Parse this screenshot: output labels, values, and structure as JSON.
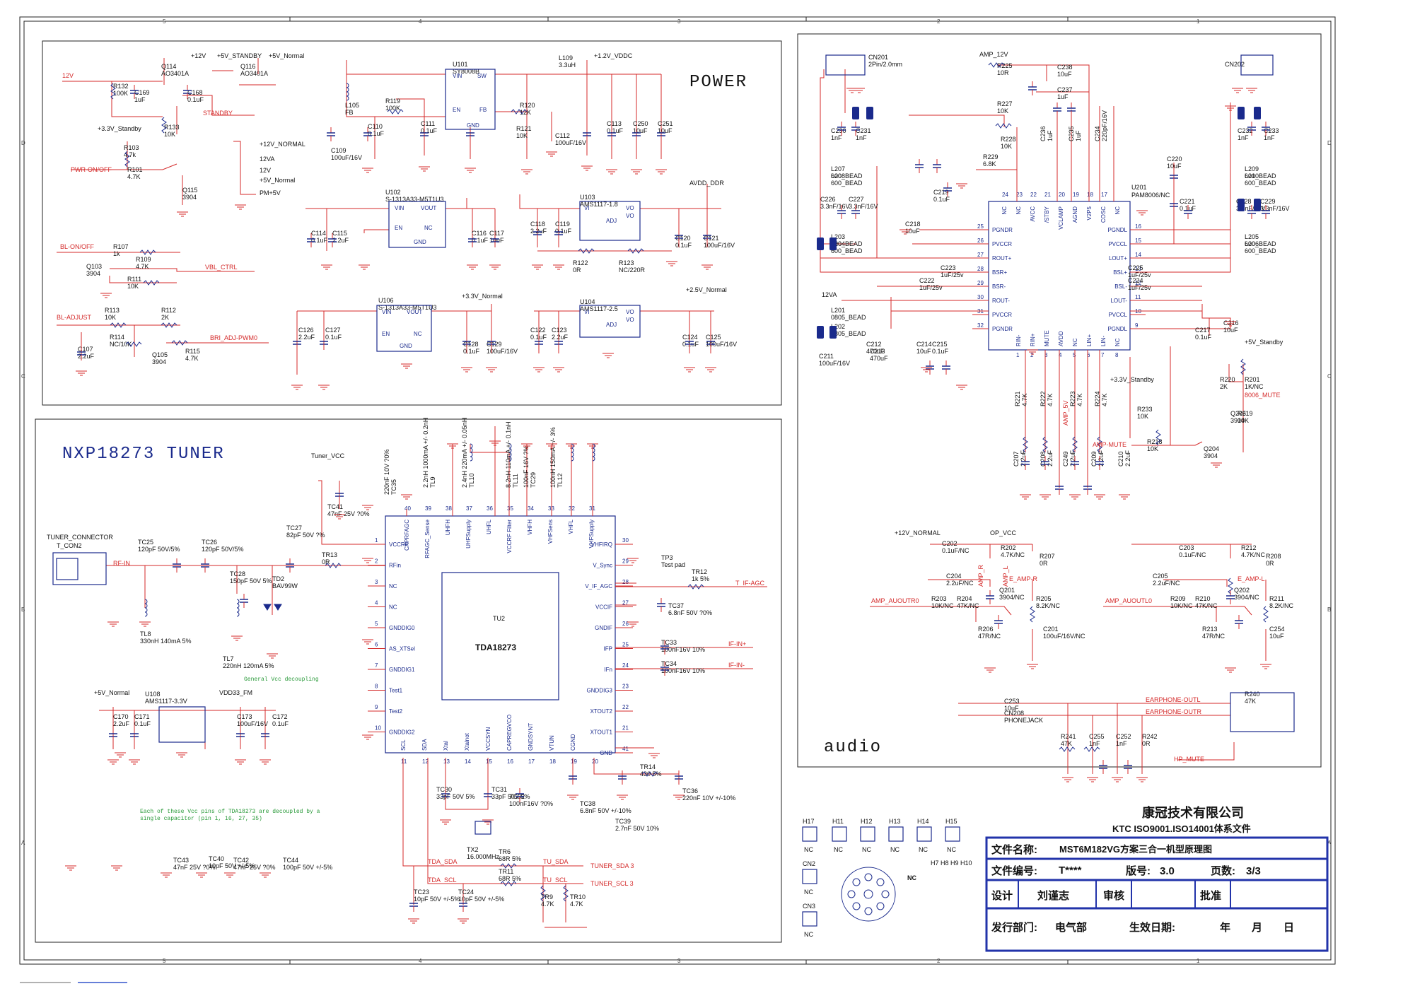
{
  "grid": {
    "top": [
      "5",
      "4",
      "3",
      "2",
      "1"
    ],
    "bottom": [
      "5",
      "4",
      "3",
      "2",
      "1"
    ],
    "left": [
      "D",
      "C",
      "B",
      "A"
    ],
    "right": [
      "D",
      "C",
      "B",
      "A"
    ]
  },
  "power": {
    "title": "POWER",
    "nets": [
      "12V",
      "+12V",
      "+5V_STANDBY",
      "+5V_Normal",
      "+3.3V_Standby",
      "+1.2V_VDDC",
      "AVDD_DDR",
      "+2.5V_Normal",
      "+3.3V_Normal",
      "STANDBY",
      "PWR-ON/OFF",
      "BL-ON/OFF",
      "VBL_CTRL",
      "BL-ADJUST",
      "BRI_ADJ-PWM0",
      "+12V_NORMAL",
      "12VA",
      "+5V_Normal",
      "12V",
      "PM+5V"
    ],
    "parts": [
      {
        "ref": "Q114",
        "val": "AO3401A"
      },
      {
        "ref": "Q116",
        "val": "AO3401A"
      },
      {
        "ref": "R132",
        "val": "100K"
      },
      {
        "ref": "C169",
        "val": "1uF"
      },
      {
        "ref": "C168",
        "val": "0.1uF"
      },
      {
        "ref": "R133",
        "val": "10K"
      },
      {
        "ref": "R103",
        "val": "4.7k"
      },
      {
        "ref": "R101",
        "val": "4.7K"
      },
      {
        "ref": "Q115",
        "val": "3904"
      },
      {
        "ref": "U101",
        "val": "SY8008B"
      },
      {
        "ref": "L109",
        "val": "3.3uH"
      },
      {
        "ref": "L105",
        "val": "FB"
      },
      {
        "ref": "R119",
        "val": "100K"
      },
      {
        "ref": "C109",
        "val": "100uF/16V"
      },
      {
        "ref": "C110",
        "val": "0.1uF"
      },
      {
        "ref": "C111",
        "val": "0.1uF"
      },
      {
        "ref": "R120",
        "val": "12K"
      },
      {
        "ref": "R121",
        "val": "10K"
      },
      {
        "ref": "C112",
        "val": "100uF/16V"
      },
      {
        "ref": "C113",
        "val": "0.1uF"
      },
      {
        "ref": "C250",
        "val": "10uF"
      },
      {
        "ref": "C251",
        "val": "10uF"
      },
      {
        "ref": "U102",
        "val": "S-1313A33-M5T1U3"
      },
      {
        "ref": "C114",
        "val": "0.1uF"
      },
      {
        "ref": "C115",
        "val": "2.2uF"
      },
      {
        "ref": "C116",
        "val": "0.1uF"
      },
      {
        "ref": "C117",
        "val": "10uF"
      },
      {
        "ref": "U103",
        "val": "AMS1117-1.8"
      },
      {
        "ref": "C118",
        "val": "2.2uF"
      },
      {
        "ref": "C119",
        "val": "0.1uF"
      },
      {
        "ref": "R122",
        "val": "0R"
      },
      {
        "ref": "R123",
        "val": "NC/220R"
      },
      {
        "ref": "C120",
        "val": "0.1uF"
      },
      {
        "ref": "C121",
        "val": "100uF/16V"
      },
      {
        "ref": "R107",
        "val": "1k"
      },
      {
        "ref": "R109",
        "val": "4.7K"
      },
      {
        "ref": "R111",
        "val": "10K"
      },
      {
        "ref": "Q103",
        "val": "3904"
      },
      {
        "ref": "R113",
        "val": "10K"
      },
      {
        "ref": "R112",
        "val": "2K"
      },
      {
        "ref": "R114",
        "val": "NC/10K"
      },
      {
        "ref": "R115",
        "val": "4.7K"
      },
      {
        "ref": "Q105",
        "val": "3904"
      },
      {
        "ref": "C107",
        "val": "2.2uF"
      },
      {
        "ref": "U106",
        "val": "S-1313A33-M5T1U3"
      },
      {
        "ref": "C126",
        "val": "2.2uF"
      },
      {
        "ref": "C127",
        "val": "0.1uF"
      },
      {
        "ref": "C128",
        "val": "0.1uF"
      },
      {
        "ref": "C129",
        "val": "100uF/16V"
      },
      {
        "ref": "U104",
        "val": "AMS1117-2.5"
      },
      {
        "ref": "C122",
        "val": "0.1uF"
      },
      {
        "ref": "C123",
        "val": "2.2uF"
      },
      {
        "ref": "C124",
        "val": "0.1uF"
      },
      {
        "ref": "C125",
        "val": "100uF/16V"
      }
    ],
    "u101_pins": [
      "VIN",
      "SW",
      "EN",
      "FB",
      "GND"
    ],
    "ldo_pins": [
      "VIN",
      "VOUT",
      "EN",
      "NC",
      "GND"
    ],
    "ams_pins": [
      "VI",
      "VO",
      "VO",
      "ADJ"
    ]
  },
  "tuner": {
    "title": "NXP18273 TUNER",
    "ic_ref": "TU2",
    "ic_name": "TDA18273",
    "connector": "TUNER_CONNECTOR",
    "connector_ref": "T_CON2",
    "nets": [
      "Tuner_VCC",
      "RF-IN",
      "T_IF-AGC",
      "IF-IN+",
      "IF-IN-",
      "TDA_SDA",
      "TDA_SCL",
      "TU_SDA",
      "TU_SCL",
      "TUNER_SDA  3",
      "TUNER_SCL  3",
      "+5V_Normal",
      "VDD33_FM"
    ],
    "left_pins": [
      {
        "n": "1",
        "name": "VCCRF"
      },
      {
        "n": "2",
        "name": "RFin"
      },
      {
        "n": "3",
        "name": "NC"
      },
      {
        "n": "4",
        "name": "NC"
      },
      {
        "n": "5",
        "name": "GNDDIG0"
      },
      {
        "n": "6",
        "name": "AS_XTSel"
      },
      {
        "n": "7",
        "name": "GNDDIG1"
      },
      {
        "n": "8",
        "name": "Test1"
      },
      {
        "n": "9",
        "name": "Test2"
      },
      {
        "n": "10",
        "name": "GNDDIG2"
      }
    ],
    "right_pins": [
      {
        "n": "30",
        "name": "VHFIRQ"
      },
      {
        "n": "29",
        "name": "V_Sync"
      },
      {
        "n": "28",
        "name": "V_IF_AGC"
      },
      {
        "n": "27",
        "name": "VCCIF"
      },
      {
        "n": "26",
        "name": "GNDIF"
      },
      {
        "n": "25",
        "name": "IFP"
      },
      {
        "n": "24",
        "name": "IFn"
      },
      {
        "n": "23",
        "name": "GNDDIG3"
      },
      {
        "n": "22",
        "name": "XTOUT2"
      },
      {
        "n": "21",
        "name": "XTOUT1"
      },
      {
        "n": "41",
        "name": "GND"
      }
    ],
    "top_pins": [
      {
        "n": "40",
        "name": "CAPRFAGC"
      },
      {
        "n": "39",
        "name": "RFAGC_Sense"
      },
      {
        "n": "38",
        "name": "UHFH"
      },
      {
        "n": "37",
        "name": "UHFSupply"
      },
      {
        "n": "36",
        "name": "UHFL"
      },
      {
        "n": "35",
        "name": "VCCRF Filter"
      },
      {
        "n": "34",
        "name": "VHFH"
      },
      {
        "n": "33",
        "name": "VHFSens"
      },
      {
        "n": "32",
        "name": "VHFL"
      },
      {
        "n": "31",
        "name": "VHFSupply"
      }
    ],
    "bottom_pins": [
      {
        "n": "11",
        "name": "SCL"
      },
      {
        "n": "12",
        "name": "SDA"
      },
      {
        "n": "13",
        "name": "Xtal"
      },
      {
        "n": "14",
        "name": "Xtalnot"
      },
      {
        "n": "15",
        "name": "VCCSYN"
      },
      {
        "n": "16",
        "name": "CAPREGVCO"
      },
      {
        "n": "17",
        "name": "GNDSYNT"
      },
      {
        "n": "18",
        "name": "VTUN"
      },
      {
        "n": "19",
        "name": "CGND"
      },
      {
        "n": "20",
        "name": ""
      }
    ],
    "parts": [
      {
        "ref": "TC25",
        "val": "120pF 50V/5%"
      },
      {
        "ref": "TC26",
        "val": "120pF 50V/5%"
      },
      {
        "ref": "TC27",
        "val": "82pF 50V ?%"
      },
      {
        "ref": "TR13",
        "val": "0R"
      },
      {
        "ref": "TL8",
        "val": "330nH 140mA 5%"
      },
      {
        "ref": "TC28",
        "val": "150pF 50V 5%"
      },
      {
        "ref": "TL7",
        "val": "220nH 120mA 5%"
      },
      {
        "ref": "TD2",
        "val": "BAV99W"
      },
      {
        "ref": "TC41",
        "val": "47nF 25V ?0%"
      },
      {
        "ref": "TC35",
        "val": "220nF 10V ?0%"
      },
      {
        "ref": "TL9",
        "val": "2.2nH 1000mA +/- 0.2nH"
      },
      {
        "ref": "TL10",
        "val": "2.4nH 220mA +/- 0.05nH"
      },
      {
        "ref": "TL11",
        "val": "8.2nH 110mA +/- 0.1nH"
      },
      {
        "ref": "TC29",
        "val": "100nF 16V ?%"
      },
      {
        "ref": "TL12",
        "val": "100nH 150mA +/- 3%"
      },
      {
        "ref": "TR12",
        "val": "1k 5%"
      },
      {
        "ref": "TC37",
        "val": "6.8nF 50V ?0%"
      },
      {
        "ref": "TP3",
        "val": "Test pad"
      },
      {
        "ref": "TC33",
        "val": "100nF16V 10%"
      },
      {
        "ref": "TC34",
        "val": "100nF16V 10%"
      },
      {
        "ref": "TC30",
        "val": "33pF 50V 5%"
      },
      {
        "ref": "TC31",
        "val": "33pF 50V 5%"
      },
      {
        "ref": "TC32",
        "val": "100nF16V ?0%"
      },
      {
        "ref": "TC38",
        "val": "6.8nF 50V +/-10%"
      },
      {
        "ref": "TR14",
        "val": "430 5%"
      },
      {
        "ref": "TC39",
        "val": "2.7nF 50V 10%"
      },
      {
        "ref": "TC36",
        "val": "220nF 10V +/-10%"
      },
      {
        "ref": "TX2",
        "val": "16.000MHz"
      },
      {
        "ref": "TR6",
        "val": "68R 5%"
      },
      {
        "ref": "TR11",
        "val": "68R 5%"
      },
      {
        "ref": "TR9",
        "val": "4.7K"
      },
      {
        "ref": "TR10",
        "val": "4.7K"
      },
      {
        "ref": "TC23",
        "val": "10pF 50V +/-5%"
      },
      {
        "ref": "TC24",
        "val": "10pF 50V +/-5%"
      },
      {
        "ref": "U108",
        "val": "AMS1117-3.3V"
      },
      {
        "ref": "C170",
        "val": "2.2uF"
      },
      {
        "ref": "C171",
        "val": "0.1uF"
      },
      {
        "ref": "C173",
        "val": "100uF/16V"
      },
      {
        "ref": "C172",
        "val": "0.1uF"
      },
      {
        "ref": "TC43",
        "val": "47nF 25V ?0%"
      },
      {
        "ref": "TC40",
        "val": "10pF 50V +/-5%"
      },
      {
        "ref": "TC42",
        "val": "47nF 25V ?0%"
      },
      {
        "ref": "TC44",
        "val": "100pF 50V +/-5%"
      }
    ],
    "note1": "General Vcc decoupling",
    "note2a": "Each of these Vcc pins of TDA18273 are decoupled by a",
    "note2b": "single capacitor (pin 1, 16, 27, 35)"
  },
  "audio": {
    "title": "audio",
    "ic_ref": "U201",
    "ic_name": "PAM8006/NC",
    "nets": [
      "AMP_12V",
      "+3.3V_Standby",
      "+12V_NORMAL",
      "OP_VCC",
      "AMP-MUTE",
      "8006_MUTE",
      "AMP_5V",
      "AMP_L",
      "AMP_R",
      "E_AMP-R",
      "E_AMP-L",
      "AMP_AUOUTR0",
      "AMP_AUOUTL0",
      "HP_MUTE",
      "EARPHONE-OUTL",
      "EARPHONE-OUTR",
      "12VA",
      "+5V_Standby"
    ],
    "left_pins": [
      {
        "n": "25",
        "name": "PGNDR"
      },
      {
        "n": "26",
        "name": "PVCCR"
      },
      {
        "n": "27",
        "name": "ROUT+"
      },
      {
        "n": "28",
        "name": "BSR+"
      },
      {
        "n": "29",
        "name": "BSR-"
      },
      {
        "n": "30",
        "name": "ROUT-"
      },
      {
        "n": "31",
        "name": "PVCCR"
      },
      {
        "n": "32",
        "name": "PGNDR"
      }
    ],
    "right_pins": [
      {
        "n": "16",
        "name": "PGNDL"
      },
      {
        "n": "15",
        "name": "PVCCL"
      },
      {
        "n": "14",
        "name": "LOUT+"
      },
      {
        "n": "13",
        "name": "BSL+"
      },
      {
        "n": "12",
        "name": "BSL-"
      },
      {
        "n": "11",
        "name": "LOUT-"
      },
      {
        "n": "10",
        "name": "PVCCL"
      },
      {
        "n": "9",
        "name": "PGNDL"
      }
    ],
    "top_pins": [
      {
        "n": "24",
        "name": "NC"
      },
      {
        "n": "23",
        "name": "NC"
      },
      {
        "n": "22",
        "name": "AVCC"
      },
      {
        "n": "21",
        "name": "/STBY"
      },
      {
        "n": "20",
        "name": "VCLAMP"
      },
      {
        "n": "19",
        "name": "AGND"
      },
      {
        "n": "18",
        "name": "V2P5"
      },
      {
        "n": "17",
        "name": "COSC"
      },
      {
        "n": "",
        "name": "NC"
      }
    ],
    "bottom_pins": [
      {
        "n": "1",
        "name": "RIN-"
      },
      {
        "n": "2",
        "name": "RIN+"
      },
      {
        "n": "3",
        "name": "MUTE"
      },
      {
        "n": "4",
        "name": "AVDD"
      },
      {
        "n": "5",
        "name": "NC"
      },
      {
        "n": "6",
        "name": "LIN+"
      },
      {
        "n": "7",
        "name": "LIN-"
      },
      {
        "n": "8",
        "name": "NC"
      }
    ],
    "parts": [
      {
        "ref": "CN201",
        "val": "2Pin/2.0mm"
      },
      {
        "ref": "CN202",
        "val": ""
      },
      {
        "ref": "R225",
        "val": "10R"
      },
      {
        "ref": "C238",
        "val": "10uF"
      },
      {
        "ref": "C237",
        "val": "1uF"
      },
      {
        "ref": "R227",
        "val": "10K"
      },
      {
        "ref": "R228",
        "val": "10K"
      },
      {
        "ref": "R229",
        "val": "6.8K"
      },
      {
        "ref": "C236",
        "val": "1uF"
      },
      {
        "ref": "C235",
        "val": "1uF"
      },
      {
        "ref": "C234",
        "val": "220pF/16V"
      },
      {
        "ref": "C230",
        "val": "1nF"
      },
      {
        "ref": "C231",
        "val": "1nF"
      },
      {
        "ref": "L207",
        "val": "600_BEAD"
      },
      {
        "ref": "L208",
        "val": "600_BEAD"
      },
      {
        "ref": "C226",
        "val": "3.3nF/16V"
      },
      {
        "ref": "C227",
        "val": "3.3nF/16V"
      },
      {
        "ref": "L203",
        "val": "600_BEAD"
      },
      {
        "ref": "L204",
        "val": "600_BEAD"
      },
      {
        "ref": "C218",
        "val": "10uF"
      },
      {
        "ref": "C219",
        "val": "0.1uF"
      },
      {
        "ref": "C223",
        "val": "1uF/25v"
      },
      {
        "ref": "C222",
        "val": "1uF/25v"
      },
      {
        "ref": "L201",
        "val": "0805_BEAD"
      },
      {
        "ref": "L202",
        "val": "0805_BEAD"
      },
      {
        "ref": "C211",
        "val": "100uF/16V"
      },
      {
        "ref": "C212",
        "val": "470uF"
      },
      {
        "ref": "C213",
        "val": "470uF"
      },
      {
        "ref": "C214",
        "val": "10uF"
      },
      {
        "ref": "C215",
        "val": "0.1uF"
      },
      {
        "ref": "C220",
        "val": "10uF"
      },
      {
        "ref": "C221",
        "val": "0.1uF"
      },
      {
        "ref": "C232",
        "val": "1nF"
      },
      {
        "ref": "C233",
        "val": "1nF"
      },
      {
        "ref": "L209",
        "val": "600_BEAD"
      },
      {
        "ref": "L210",
        "val": "600_BEAD"
      },
      {
        "ref": "C228",
        "val": "3.3nF/16V"
      },
      {
        "ref": "C229",
        "val": "3.3nF/16V"
      },
      {
        "ref": "L205",
        "val": "600_BEAD"
      },
      {
        "ref": "L206",
        "val": "600_BEAD"
      },
      {
        "ref": "C225",
        "val": "1uF/25v"
      },
      {
        "ref": "C224",
        "val": "1uF/25v"
      },
      {
        "ref": "C217",
        "val": "0.1uF"
      },
      {
        "ref": "C216",
        "val": "10uF"
      },
      {
        "ref": "R221",
        "val": "4.7K"
      },
      {
        "ref": "R222",
        "val": "4.7K"
      },
      {
        "ref": "R223",
        "val": "4.7K"
      },
      {
        "ref": "R224",
        "val": "4.7K"
      },
      {
        "ref": "C207",
        "val": "2.2uF"
      },
      {
        "ref": "C208",
        "val": "2.2uF"
      },
      {
        "ref": "C249",
        "val": "2.2uF"
      },
      {
        "ref": "C209",
        "val": "2.2uF"
      },
      {
        "ref": "C210",
        "val": "2.2uF"
      },
      {
        "ref": "R233",
        "val": "10K"
      },
      {
        "ref": "R218",
        "val": "10K"
      },
      {
        "ref": "Q204",
        "val": "3904"
      },
      {
        "ref": "Q205",
        "val": "3904"
      },
      {
        "ref": "R219",
        "val": "10K"
      },
      {
        "ref": "R220",
        "val": "2K"
      },
      {
        "ref": "R201",
        "val": "1K/NC"
      },
      {
        "ref": "C202",
        "val": "0.1uF/NC"
      },
      {
        "ref": "R202",
        "val": "4.7K/NC"
      },
      {
        "ref": "R207",
        "val": "0R"
      },
      {
        "ref": "C204",
        "val": "2.2uF/NC"
      },
      {
        "ref": "R203",
        "val": "10K/NC"
      },
      {
        "ref": "R204",
        "val": "47K/NC"
      },
      {
        "ref": "Q201",
        "val": "3904/NC"
      },
      {
        "ref": "R205",
        "val": "8.2K/NC"
      },
      {
        "ref": "R206",
        "val": "47R/NC"
      },
      {
        "ref": "C201",
        "val": "100uF/16V/NC"
      },
      {
        "ref": "C203",
        "val": "0.1uF/NC"
      },
      {
        "ref": "R212",
        "val": "4.7K/NC"
      },
      {
        "ref": "R208",
        "val": "0R"
      },
      {
        "ref": "C205",
        "val": "2.2uF/NC"
      },
      {
        "ref": "R209",
        "val": "10K/NC"
      },
      {
        "ref": "R210",
        "val": "47K/NC"
      },
      {
        "ref": "Q202",
        "val": "3904/NC"
      },
      {
        "ref": "R211",
        "val": "8.2K/NC"
      },
      {
        "ref": "R213",
        "val": "47R/NC"
      },
      {
        "ref": "C254",
        "val": "10uF"
      },
      {
        "ref": "C253",
        "val": "10uF"
      },
      {
        "ref": "CN208",
        "val": "PHONEJACK"
      },
      {
        "ref": "R240",
        "val": "47K"
      },
      {
        "ref": "R241",
        "val": "47K"
      },
      {
        "ref": "C255",
        "val": "1nF"
      },
      {
        "ref": "C252",
        "val": "1nF"
      },
      {
        "ref": "R242",
        "val": "0R"
      }
    ]
  },
  "holes": {
    "items": [
      {
        "ref": "H17",
        "val": "NC"
      },
      {
        "ref": "H11",
        "val": "NC"
      },
      {
        "ref": "H12",
        "val": "NC"
      },
      {
        "ref": "H13",
        "val": "NC"
      },
      {
        "ref": "H14",
        "val": "NC"
      },
      {
        "ref": "H15",
        "val": "NC"
      },
      {
        "ref": "CN2",
        "val": "NC"
      },
      {
        "ref": "CN3",
        "val": "NC"
      }
    ],
    "row2": "H7   H8   H9   H10",
    "nc": "NC"
  },
  "title_block": {
    "company": "康冠技术有限公司",
    "iso": "KTC ISO9001.ISO14001体系文件",
    "file_name_label": "文件名称:",
    "file_name": "MST6M182VG方案三合一机型原理图",
    "file_no_label": "文件编号:",
    "file_no": "T****",
    "version_label": "版号:",
    "version": "3.0",
    "pages_label": "页数:",
    "pages": "3/3",
    "design_label": "设计",
    "designer": "刘谨志",
    "review_label": "审核",
    "approve_label": "批准",
    "dept_label": "发行部门:",
    "dept": "电气部",
    "date_label": "生效日期:",
    "year": "年",
    "month": "月",
    "day": "日"
  }
}
